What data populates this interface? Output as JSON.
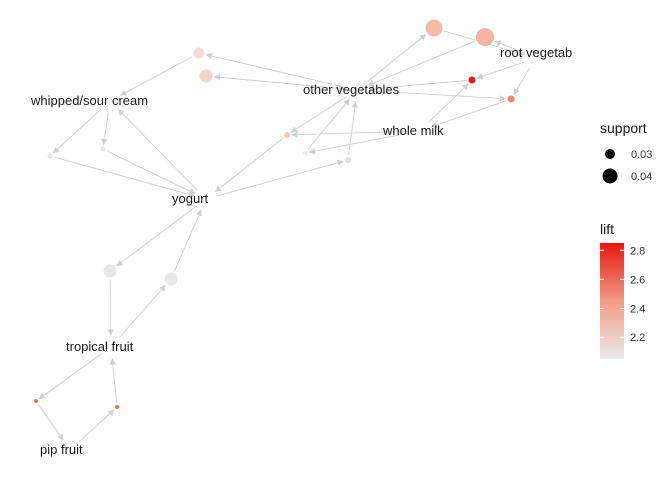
{
  "graph": {
    "item_labels": [
      {
        "id": "root",
        "text": "root vegetab"
      },
      {
        "id": "other",
        "text": "other vegetables"
      },
      {
        "id": "whipped",
        "text": "whipped/sour cream"
      },
      {
        "id": "whole",
        "text": "whole milk"
      },
      {
        "id": "yogurt",
        "text": "yogurt"
      },
      {
        "id": "tropical",
        "text": "tropical fruit"
      },
      {
        "id": "pip",
        "text": "pip fruit"
      }
    ]
  },
  "legend": {
    "support": {
      "title": "support",
      "entries": [
        {
          "label": "0.03",
          "value": 0.03
        },
        {
          "label": "0.04",
          "value": 0.04
        }
      ]
    },
    "lift": {
      "title": "lift",
      "ticks": [
        {
          "label": "2.8",
          "value": 2.8
        },
        {
          "label": "2.6",
          "value": 2.6
        },
        {
          "label": "2.4",
          "value": 2.4
        },
        {
          "label": "2.2",
          "value": 2.2
        }
      ],
      "range": [
        2.05,
        2.85
      ],
      "color_low": "#ebebeb",
      "color_high": "#e8170f"
    }
  }
}
